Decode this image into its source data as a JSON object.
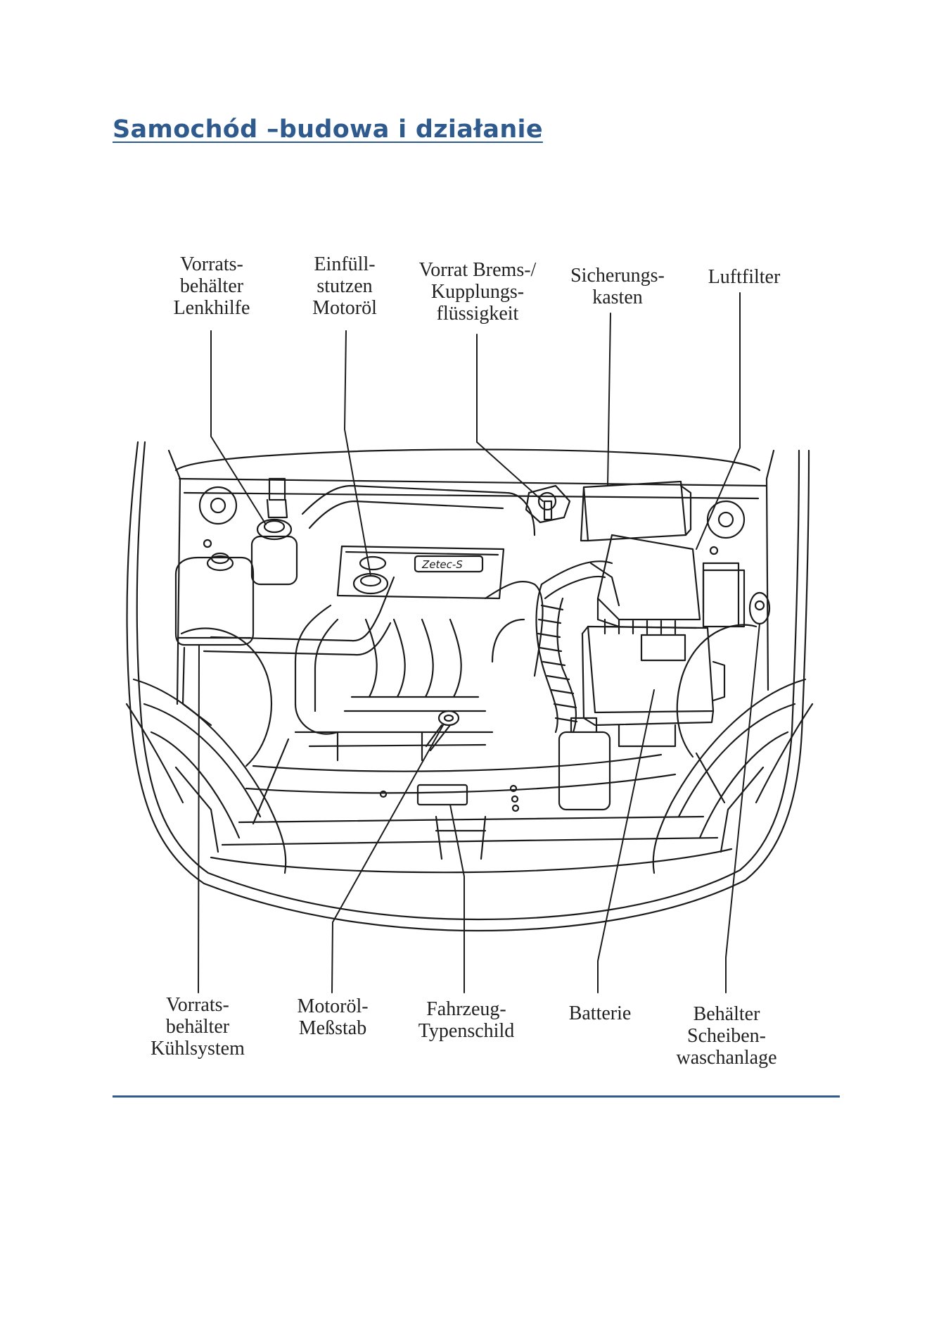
{
  "document": {
    "title": "Samochód –budowa i działanie",
    "accent_color": "#2e5a8e"
  },
  "diagram": {
    "labels": {
      "top": [
        "Vorrats-\nbehälter\nLenkhilfe",
        "Einfüll-\nstutzen\nMotoröl",
        "Vorrat Brems-/\nKupplungs-\nflüssigkeit",
        "Sicherungs-\nkasten",
        "Luftfilter"
      ],
      "bottom": [
        "Vorrats-\nbehälter\nKühlsystem",
        "Motoröl-\nMeßstab",
        "Fahrzeug-\nTypenschild",
        "Batterie",
        "Behälter\nScheiben-\nwaschanlage"
      ]
    },
    "emblem_text": "Zetec-S"
  }
}
